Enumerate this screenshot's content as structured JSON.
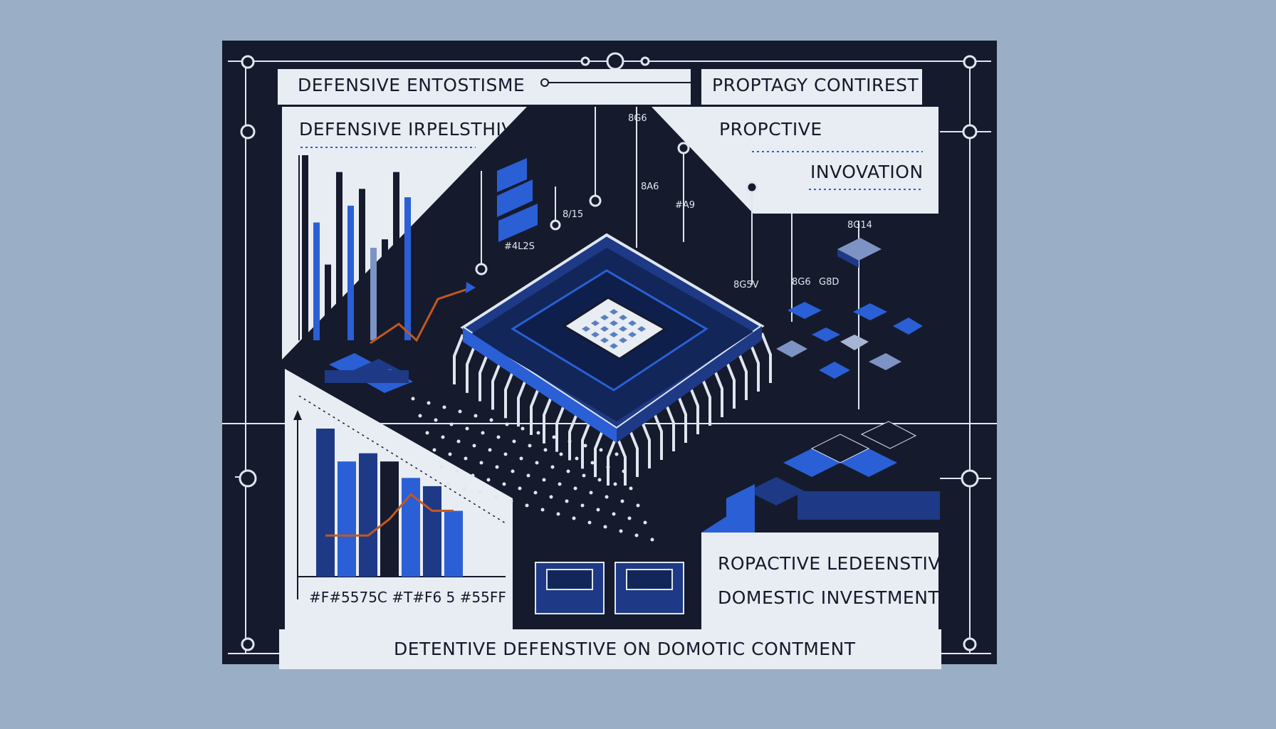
{
  "labels": {
    "top_left_banner": "DEFENSIVE ENTOSTISME",
    "top_right_banner": "PROPTAGY CONTIREST",
    "left_panel_title": "DEFENSIVE IRPELSTHIVE",
    "right_panel_title": "PROPCTIVE",
    "right_panel_subtitle": "INVOVATION",
    "bottom_right_line1": "ROPACTIVE LEDEENSTIVE",
    "bottom_right_line2": "DOMESTIC INVESTMENT",
    "footer": "DETENTIVE DEFENSTIVE ON DOMOTIC CONTMENT",
    "hex_codes": "#F#5575C #T#F6 5 #55FF"
  },
  "small_marks": {
    "m1": "8G6",
    "m2": "8A6",
    "m3": "#A9",
    "m4": "8/15",
    "m5": "#4L2S",
    "m6": "8G14",
    "m7": "8G6",
    "m8": "G8D",
    "m9": "8G5V"
  },
  "colors": {
    "frame": "#151b2c",
    "panel_light": "#e8edf3",
    "accent_blue": "#2a5fd6",
    "navy": "#1e3a86",
    "trend_orange": "#c3581e",
    "background": "#9aafc6"
  },
  "chart_data": [
    {
      "type": "bar",
      "title": "DEFENSIVE IRPELSTHIVE",
      "values": [
        22,
        14,
        9,
        20,
        16,
        18,
        11,
        12,
        20,
        17
      ]
    },
    {
      "type": "bar",
      "title": "",
      "values": [
        18,
        14,
        15,
        14,
        12,
        11,
        8
      ],
      "trend": [
        5,
        5,
        5,
        7,
        10,
        8,
        8
      ]
    }
  ]
}
